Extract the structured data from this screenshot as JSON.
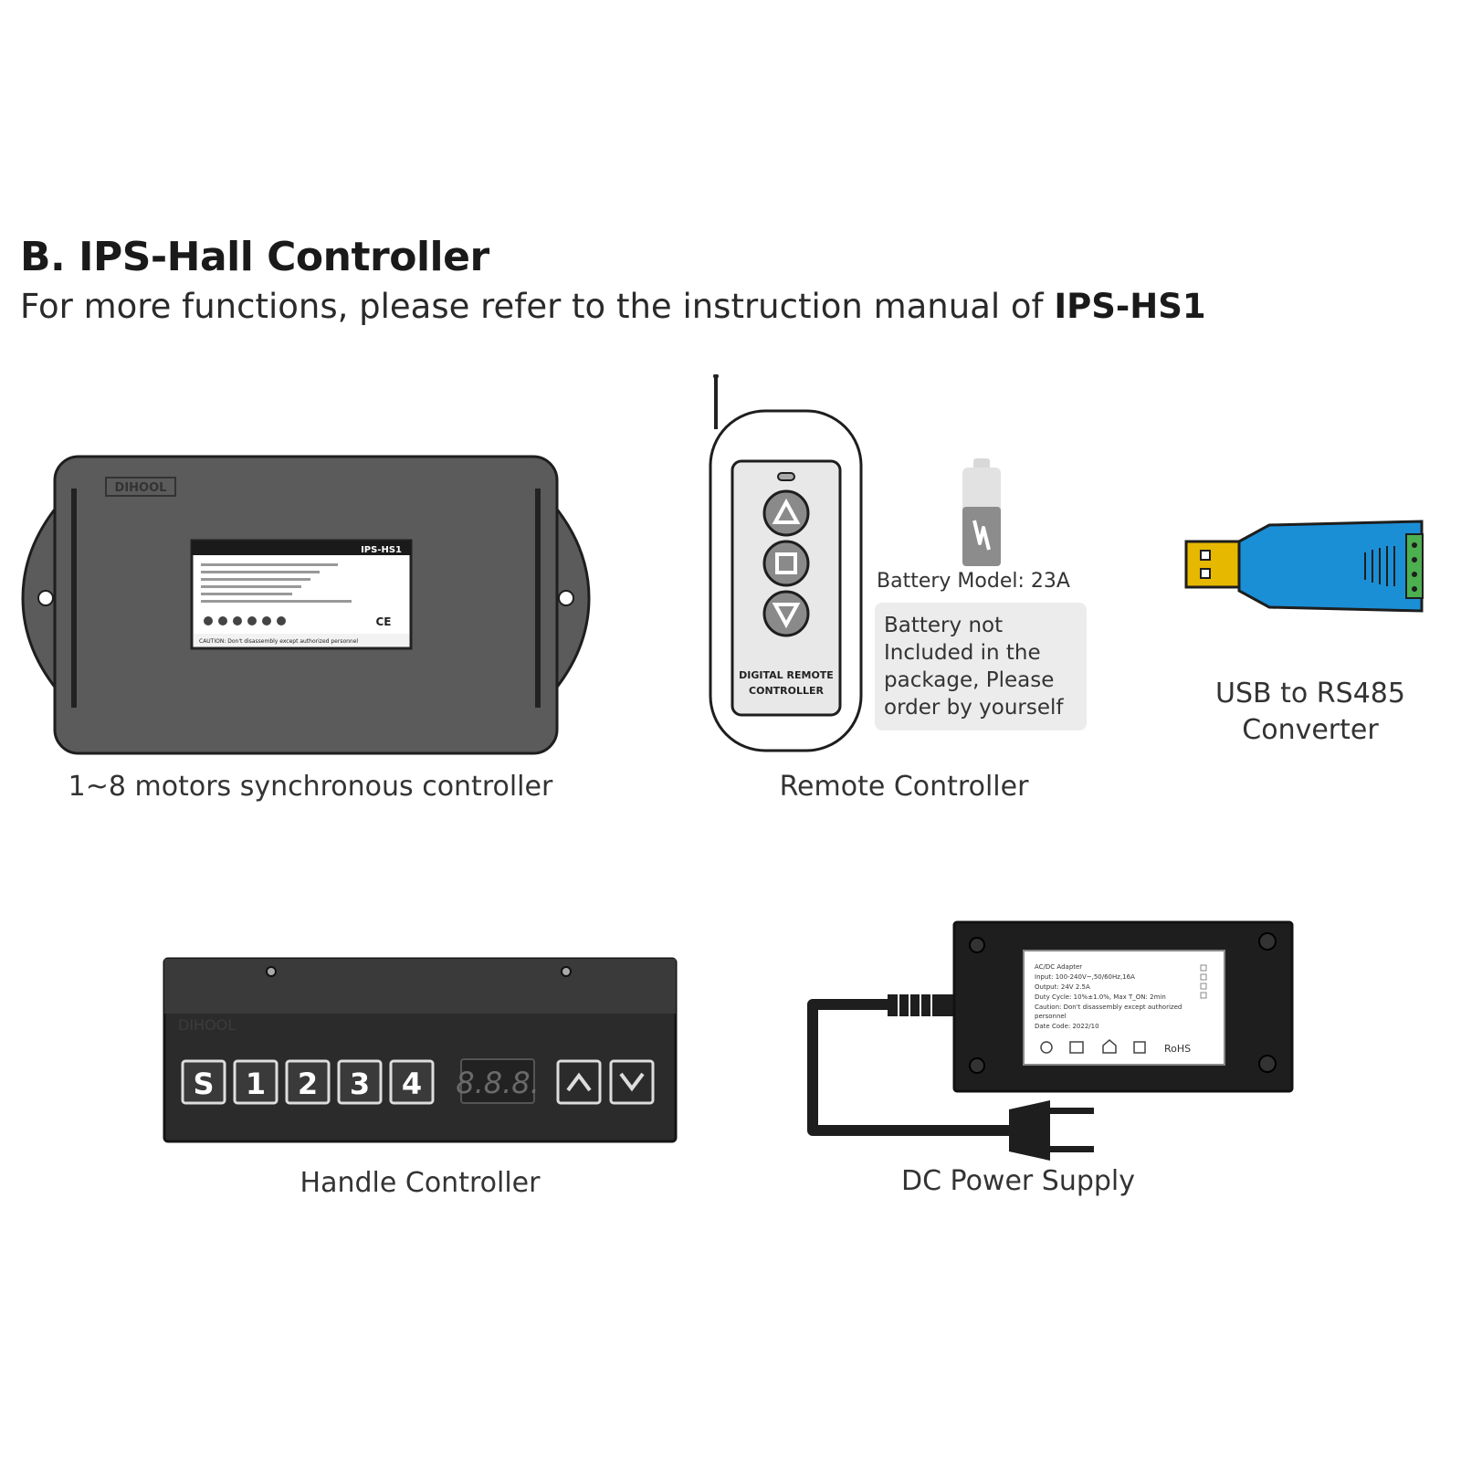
{
  "heading": {
    "title": "B. IPS-Hall Controller",
    "subtitle_prefix": "For more functions, please refer to the instruction manual of ",
    "subtitle_model": "IPS-HS1"
  },
  "products": {
    "main_controller": {
      "brand": "DIHOOL",
      "label_model": "IPS-HS1",
      "label_caution": "CAUTION: Don't disassembly except authorized personnel",
      "caption": "1~8 motors synchronous controller"
    },
    "remote": {
      "device_label_line1": "DIGITAL REMOTE",
      "device_label_line2": "CONTROLLER",
      "caption": "Remote Controller"
    },
    "battery": {
      "model": "Battery Model: 23A",
      "note": "Battery not Included in the package, Please order by yourself"
    },
    "usb": {
      "caption_line1": "USB to RS485",
      "caption_line2": "Converter"
    },
    "handle": {
      "brand": "DIHOOL",
      "buttons": [
        "S",
        "1",
        "2",
        "3",
        "4"
      ],
      "display": "8.8.8.",
      "caption": "Handle Controller"
    },
    "power": {
      "label_title": "AC/DC Adapter",
      "label_line1": "Input: 100-240V~,50/60Hz,16A",
      "label_line2": "Output: 24V    2.5A",
      "label_line3": "Duty Cycle: 10%±1.0%, Max T_ON: 2min",
      "label_line4": "Caution: Don't disassembly except authorized",
      "label_line5": "personnel",
      "label_line6": "Date Code: 2022/10",
      "label_rohs": "RoHS",
      "caption": "DC Power Supply"
    }
  },
  "colors": {
    "controller_body": "#5b5b5b",
    "controller_outline": "#1e1e1e",
    "handle_body": "#2b2b2b",
    "usb_blue": "#1a8fd6",
    "usb_plug": "#e6b800",
    "terminal_green": "#4caf50",
    "note_bg": "#ececec"
  }
}
